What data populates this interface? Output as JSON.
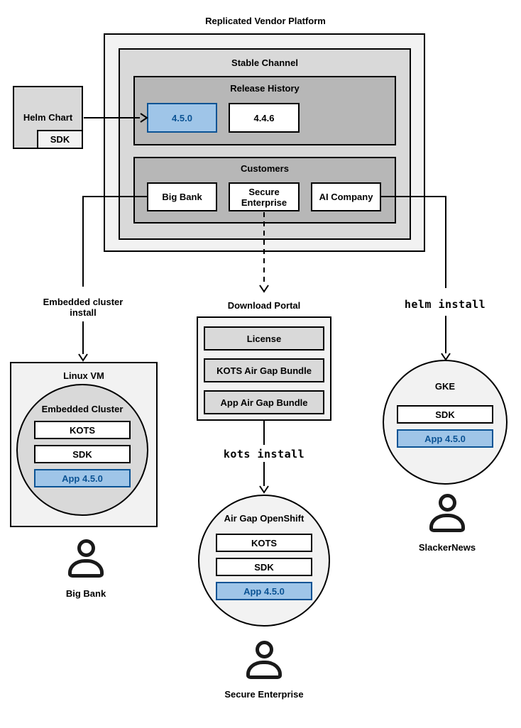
{
  "colors": {
    "container_light": "#f2f2f2",
    "container_medium": "#d9d9d9",
    "container_dark": "#b7b7b7",
    "highlight_fill": "#9fc5e8",
    "highlight_border": "#0b5394",
    "highlight_text": "#0b5394"
  },
  "platform": {
    "title": "Replicated Vendor Platform",
    "stable_channel": {
      "label": "Stable Channel",
      "release_history": {
        "label": "Release History",
        "releases": [
          {
            "version": "4.5.0",
            "highlighted": true
          },
          {
            "version": "4.4.6",
            "highlighted": false
          }
        ]
      },
      "customers": {
        "label": "Customers",
        "items": [
          {
            "name": "Big Bank"
          },
          {
            "name": "Secure Enterprise"
          },
          {
            "name": "AI Company"
          }
        ]
      }
    }
  },
  "helm_chart": {
    "label": "Helm Chart",
    "sdk": "SDK"
  },
  "download_portal": {
    "title": "Download Portal",
    "items": [
      "License",
      "KOTS Air Gap Bundle",
      "App Air Gap Bundle"
    ]
  },
  "installs": {
    "embedded": {
      "label": "Embedded cluster install"
    },
    "kots": {
      "label": "kots install"
    },
    "helm": {
      "label": "helm install"
    }
  },
  "environments": {
    "linux_vm": {
      "title": "Linux VM",
      "cluster": {
        "title": "Embedded Cluster",
        "components": [
          "KOTS",
          "SDK"
        ],
        "app": "App 4.5.0"
      },
      "user": "Big Bank"
    },
    "openshift": {
      "title": "Air Gap OpenShift",
      "components": [
        "KOTS",
        "SDK"
      ],
      "app": "App 4.5.0",
      "user": "Secure Enterprise"
    },
    "gke": {
      "title": "GKE",
      "components": [
        "SDK"
      ],
      "app": "App 4.5.0",
      "user": "SlackerNews"
    }
  }
}
